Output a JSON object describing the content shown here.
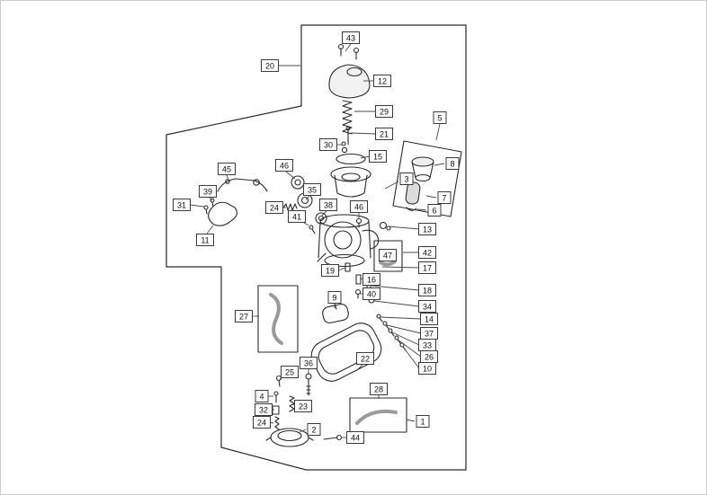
{
  "diagram": {
    "type": "exploded-parts-diagram",
    "subject": "Carburetor assembly exploded view with numbered part callouts",
    "labels": [
      "43",
      "20",
      "12",
      "29",
      "5",
      "21",
      "30",
      "15",
      "8",
      "46",
      "45",
      "3",
      "35",
      "39",
      "7",
      "31",
      "24",
      "38",
      "46",
      "6",
      "41",
      "11",
      "13",
      "42",
      "47",
      "17",
      "19",
      "16",
      "18",
      "40",
      "9",
      "34",
      "14",
      "27",
      "37",
      "33",
      "26",
      "10",
      "22",
      "36",
      "25",
      "4",
      "32",
      "23",
      "28",
      "2",
      "24",
      "44",
      "1"
    ],
    "colors": {
      "line": "#2a2a2a",
      "hose": "#9a9a9a",
      "background": "#ffffff",
      "label_border": "#3a3a3a"
    }
  }
}
